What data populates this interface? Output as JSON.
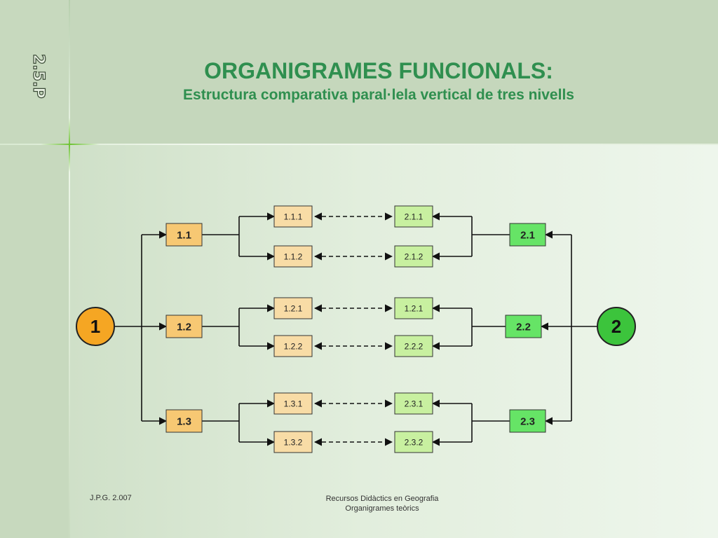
{
  "slide": {
    "number_label": "2.5.P",
    "title": "ORGANIGRAMES FUNCIONALS:",
    "subtitle": "Estructura comparativa paral·lela vertical de tres nivells"
  },
  "footer": {
    "author": "J.P.G. 2.007",
    "line1": "Recursos Didàctics en Geografia",
    "line2": "Organigrames teòrics"
  },
  "colors": {
    "orange_root": "#f5a623",
    "orange_mid": "#f7c873",
    "orange_leaf": "#f8dca6",
    "green_root": "#3cc43c",
    "green_mid": "#66e466",
    "green_leaf": "#c8f0a0"
  },
  "diagram": {
    "root_left": "1",
    "root_right": "2",
    "left_level2": [
      "1.1",
      "1.2",
      "1.3"
    ],
    "right_level2": [
      "2.1",
      "2.2",
      "2.3"
    ],
    "left_level3": [
      "1.1.1",
      "1.1.2",
      "1.2.1",
      "1.2.2",
      "1.3.1",
      "1.3.2"
    ],
    "right_level3": [
      "2.1.1",
      "2.1.2",
      "1.2.1",
      "2.2.2",
      "2.3.1",
      "2.3.2"
    ]
  }
}
